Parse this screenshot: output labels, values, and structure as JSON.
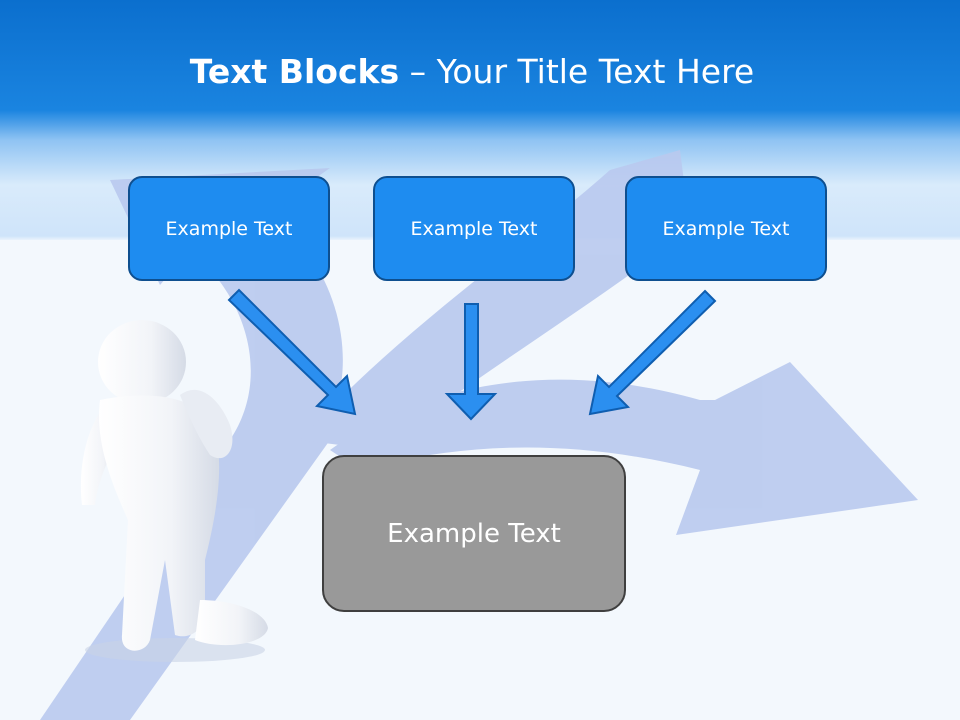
{
  "title": {
    "bold": "Text Blocks",
    "dash": " – ",
    "regular": "Your Title Text Here"
  },
  "blocks": [
    {
      "label": "Example Text"
    },
    {
      "label": "Example Text"
    },
    {
      "label": "Example Text"
    }
  ],
  "result": {
    "label": "Example Text"
  },
  "colors": {
    "header_blue": "#0b6fce",
    "box_blue": "#1e8cf0",
    "box_border": "#0e4f8f",
    "result_gray": "#999999",
    "background_arrow": "#b9c9ee"
  },
  "icons": [
    "person-figure-icon",
    "crossroads-arrows-icon",
    "down-arrow-icon"
  ]
}
